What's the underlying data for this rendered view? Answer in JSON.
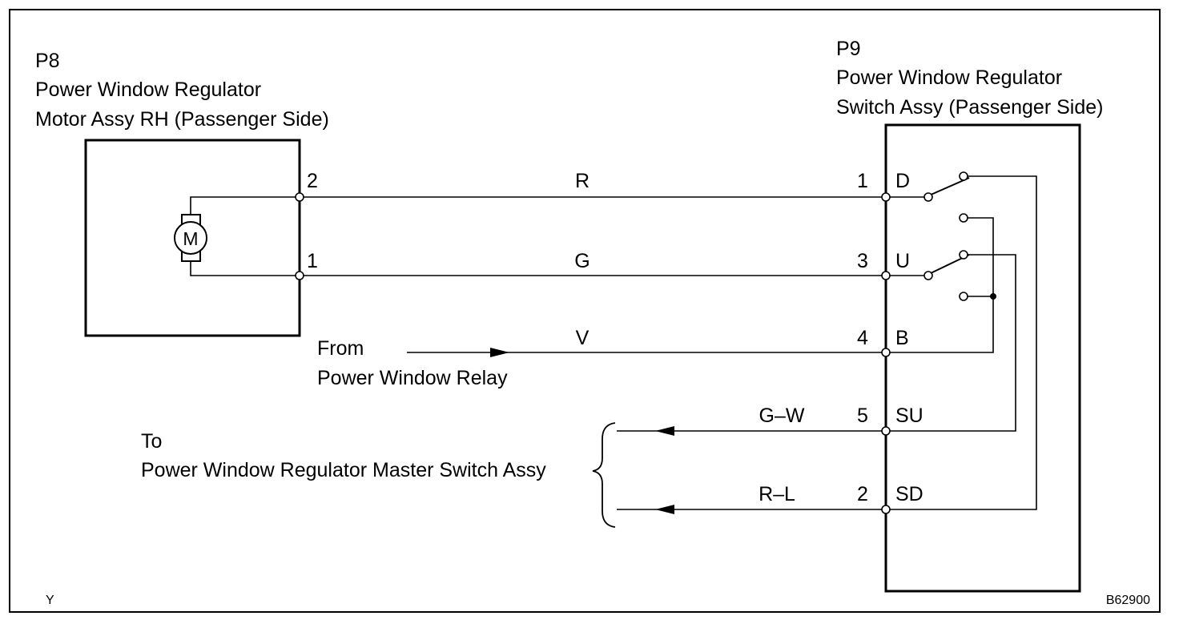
{
  "motor": {
    "connector": "P8",
    "name_line1": "Power Window Regulator",
    "name_line2": "Motor Assy RH (Passenger Side)",
    "symbol": "M",
    "pins": [
      "2",
      "1"
    ]
  },
  "switch": {
    "connector": "P9",
    "name_line1": "Power Window Regulator",
    "name_line2": "Switch Assy (Passenger Side)",
    "terminals": [
      {
        "pin": "1",
        "label": "D"
      },
      {
        "pin": "3",
        "label": "U"
      },
      {
        "pin": "4",
        "label": "B"
      },
      {
        "pin": "5",
        "label": "SU"
      },
      {
        "pin": "2",
        "label": "SD"
      }
    ]
  },
  "wires": [
    {
      "color": "R"
    },
    {
      "color": "G"
    },
    {
      "color": "V"
    },
    {
      "color": "G–W"
    },
    {
      "color": "R–L"
    }
  ],
  "from_relay": {
    "line1": "From",
    "line2": "Power Window Relay"
  },
  "to_master": {
    "line1": "To",
    "line2": "Power Window Regulator Master Switch Assy"
  },
  "footer": {
    "left_code": "Y",
    "figure_id": "B62900"
  }
}
